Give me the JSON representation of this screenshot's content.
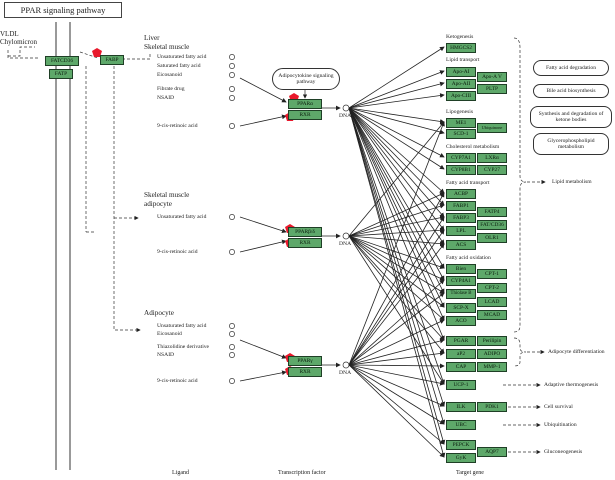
{
  "title": "PPAR signaling pathway",
  "membrane": {
    "vldl": "VLDL",
    "chylomicron": "Chylomicron",
    "fatcd36": "FATCD36",
    "fatp": "FATP",
    "fabp": "FABP"
  },
  "tissues": {
    "liver": "Liver",
    "skeletal_muscle": "Skeletal muscle",
    "sm_adipocyte_1": "Skeletal muscle",
    "sm_adipocyte_2": "adipocyte",
    "adipocyte": "Adipocyte"
  },
  "ligands": {
    "liver": [
      "Unsaturated fatty acid",
      "Saturated fatty acid",
      "Eicosanoid",
      "Fibrate drug",
      "NSAID",
      "9-cis-retinoic acid"
    ],
    "muscle": [
      "Unsaturated fatty acid",
      "9-cis-retinoic acid"
    ],
    "adipocyte": [
      "Unsaturated fatty acid",
      "Eicosanoid",
      "Thiazolidine derivative",
      "NSAID",
      "9-cis-retinoic acid"
    ]
  },
  "adipocytokine": "Adipocytokine signaling pathway",
  "receptors": {
    "ppara": "PPARα",
    "rxr1": "RXR",
    "pparbd": "PPARβ/δ",
    "rxr2": "RXR",
    "pparg": "PPARγ",
    "rxr3": "RXR"
  },
  "dna": [
    "DNA",
    "DNA",
    "DNA"
  ],
  "groups": {
    "ketogenesis": "Ketogenesis",
    "lipid_transport": "Lipid transport",
    "lipogenesis": "Lipogenesis",
    "cholesterol": "Cholesterol metabolism",
    "fatty_acid_transport": "Fatty acid transport",
    "fatty_acid_oxidation": "Fatty acid oxidation"
  },
  "genes": {
    "hmgcs2": "HMGCS2",
    "apoa1": "Apo-AI",
    "apoa2": "Apo-AII",
    "apoc3": "Apo-CIII",
    "apoa5": "Apo-A V",
    "pltp": "PLTP",
    "me1": "ME1",
    "scd1": "SCD-1",
    "ubiquinone": "Ubiquinone",
    "cyp7a1": "CYP7A1",
    "lxra": "LXRα",
    "cyp8b1": "CYP8B1",
    "cyp27": "CYP27",
    "acbp": "ACBP",
    "fabp1": "FABP1",
    "fabp3": "FABP3",
    "fatp4": "FATP4",
    "lpl": "LPL",
    "fatcd36": "FAT/CD36",
    "acs": "ACS",
    "olr1": "OLR1",
    "bien": "Bien",
    "cpt1": "CPT-1",
    "cyp4a1": "CYP4A1",
    "cpt2": "CPT-2",
    "thiolase": "Thiolase B",
    "lcad": "LCAD",
    "scpx": "SCP-X",
    "mcad": "MCAD",
    "aco": "ACO",
    "pgar": "PGAR",
    "perilipin": "Perilipin",
    "ap2": "aP2",
    "adipo": "ADIPO",
    "cap": "CAP",
    "mmp1": "MMP-1",
    "ucp1": "UCP-1",
    "ilk": "ILK",
    "pdk1": "PDK1",
    "ubc": "UBC",
    "pepck": "PEPCK",
    "gyk": "GyK",
    "aqp7": "AQP7"
  },
  "outcomes": {
    "fatty_acid_degradation": "Fatty acid degradation",
    "bile_acid": "Bile acid biosynthesis",
    "synthesis_degradation": "Synthesis and degradation of ketone bodies",
    "glycerophospholipid": "Glycerophospholipid metabolism",
    "lipid_metabolism": "Lipid metabolism",
    "adipocyte_diff": "Adipocyte differentiation",
    "thermogenesis": "Adaptive thermogenesis",
    "cell_survival": "Cell survival",
    "ubiquitination": "Ubiquitination",
    "gluconeogenesis": "Gluconeogenesis"
  },
  "footer": {
    "ligand": "Ligand",
    "tf": "Transcription factor",
    "target": "Target gene"
  },
  "colors": {
    "gene_fill": "#5ea86a",
    "gene_border": "#1f3f26",
    "marker": "#e8192c"
  }
}
